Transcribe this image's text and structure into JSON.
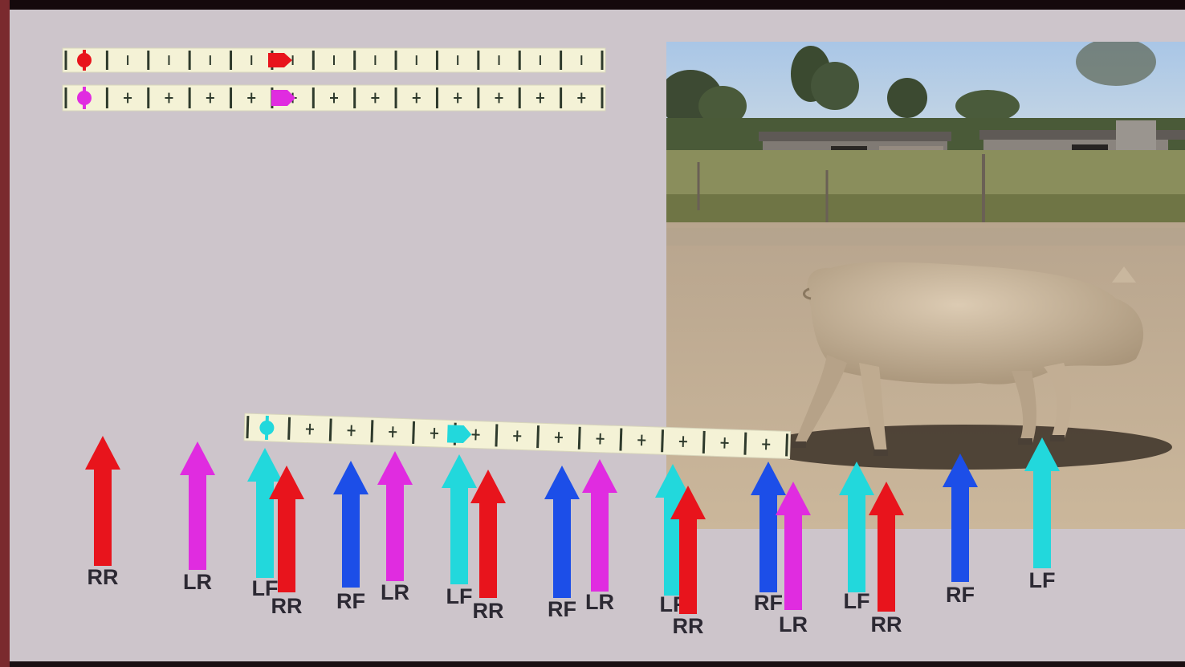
{
  "colors": {
    "rr": "#e8141c",
    "lr": "#e02ce0",
    "lf": "#22d8dc",
    "rf": "#1c4ee8",
    "panel": "#cdc5cb",
    "frame_dark": "#15090c",
    "frame_red": "#7a2a2e"
  },
  "photo": {
    "subject": "pig",
    "scene": "walking pig on dirt yard with farm sheds"
  },
  "timelines": [
    {
      "id": "rr-bar",
      "color_key": "rr",
      "marker_tick": 0,
      "marker_shape": "dot"
    },
    {
      "id": "lr-bar",
      "color_key": "lr",
      "marker_tick": 0,
      "marker_shape": "dot"
    },
    {
      "id": "lf-bar",
      "color_key": "lf",
      "marker_tick": 0,
      "marker_shape": "dot"
    }
  ],
  "arrows": [
    {
      "label": "RR",
      "color_key": "rr"
    },
    {
      "label": "LR",
      "color_key": "lr"
    },
    {
      "label": "LF",
      "color_key": "lf"
    },
    {
      "label": "RR",
      "color_key": "rr"
    },
    {
      "label": "RF",
      "color_key": "rf"
    },
    {
      "label": "LR",
      "color_key": "lr"
    },
    {
      "label": "LF",
      "color_key": "lf"
    },
    {
      "label": "RR",
      "color_key": "rr"
    },
    {
      "label": "RF",
      "color_key": "rf"
    },
    {
      "label": "LR",
      "color_key": "lr"
    },
    {
      "label": "LF",
      "color_key": "lf"
    },
    {
      "label": "RR",
      "color_key": "rr"
    },
    {
      "label": "RF",
      "color_key": "rf"
    },
    {
      "label": "LR",
      "color_key": "lr"
    },
    {
      "label": "LF",
      "color_key": "lf"
    },
    {
      "label": "RR",
      "color_key": "rr"
    },
    {
      "label": "RF",
      "color_key": "rf"
    },
    {
      "label": "LF",
      "color_key": "lf"
    }
  ]
}
